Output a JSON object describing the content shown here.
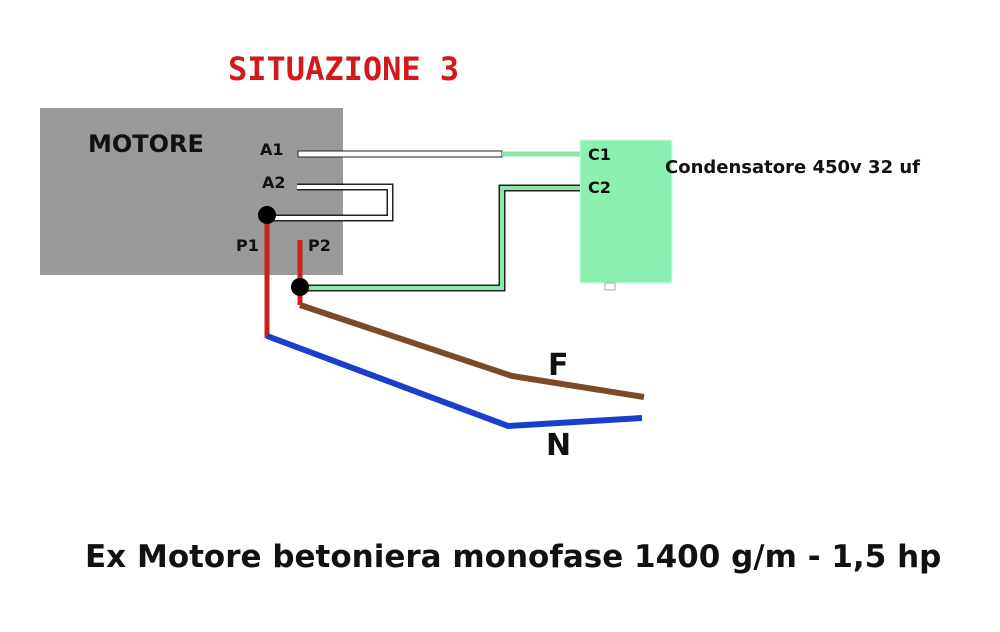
{
  "title": "SITUAZIONE 3",
  "motor_label": "MOTORE",
  "terminals": {
    "a1": "A1",
    "a2": "A2",
    "p1": "P1",
    "p2": "P2",
    "c1": "C1",
    "c2": "C2"
  },
  "capacitor_label": "Condensatore 450v 32 uf",
  "line_labels": {
    "f": "F",
    "n": "N"
  },
  "caption": "Ex Motore betoniera monofase 1400 g/m - 1,5 hp",
  "colors": {
    "motor": "#999999",
    "capacitor": "#8cf0b0",
    "phase": "#7a4a2a",
    "neutral": "#1a3fcc",
    "red": "#cc1f1f",
    "green_wire": "#8ce6a8",
    "title": "#d21a1a"
  }
}
